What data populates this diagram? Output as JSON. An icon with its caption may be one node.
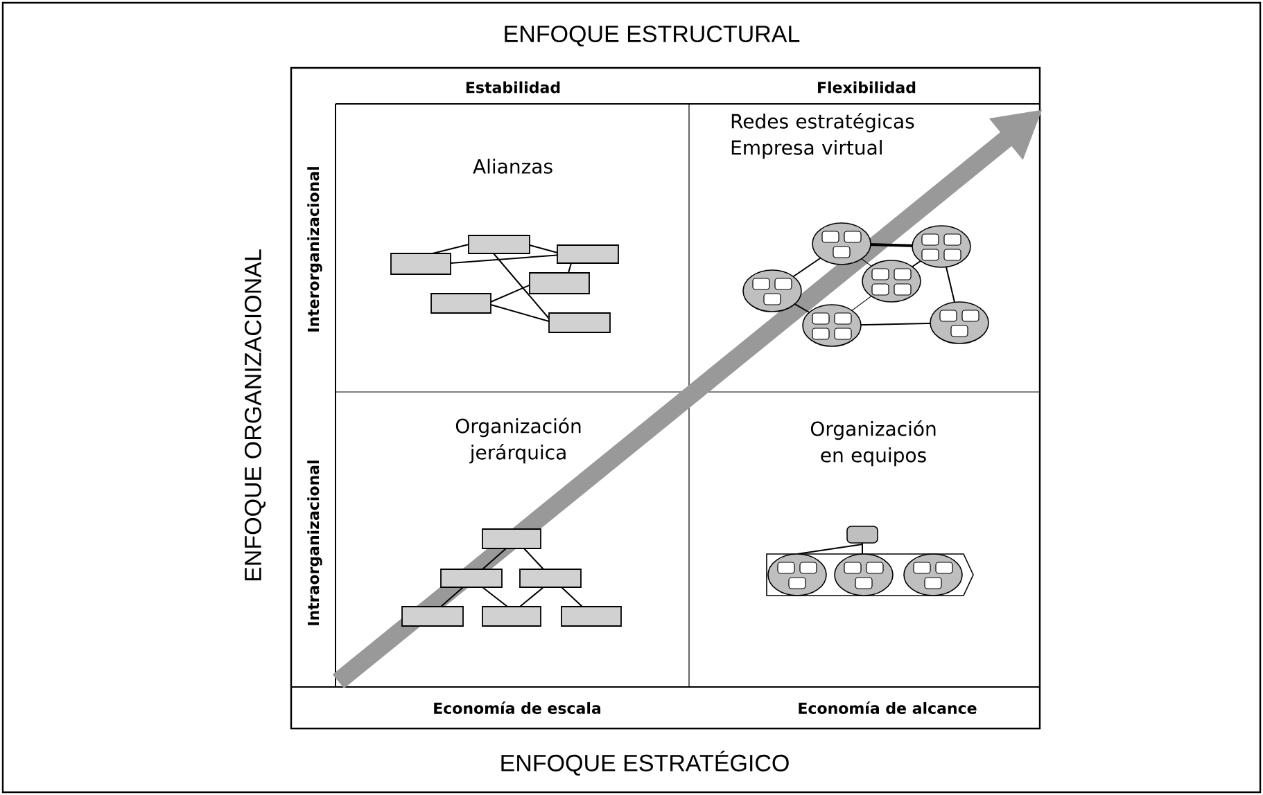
{
  "diagram": {
    "nodes": [
      {
        "text": [
          "Alianzas"
        ]
      },
      {
        "text": [
          "Redes estratégicas Empresa virtual"
        ]
      },
      {
        "text": [
          "Organización jerárquica"
        ]
      },
      {
        "text": [
          "Organización en equipos"
        ]
      }
    ],
    "labels": [
      "ENFOQUE ESTRUCTURAL",
      "Estabilidad",
      "Flexibilidad",
      "ENFOQUE ORGANIZACIONAL",
      "Interorganizacional",
      "Intraorganizacional",
      "Economía de escala",
      "Economía de alcance",
      "ENFOQUE ESTRATÉGICO"
    ]
  }
}
